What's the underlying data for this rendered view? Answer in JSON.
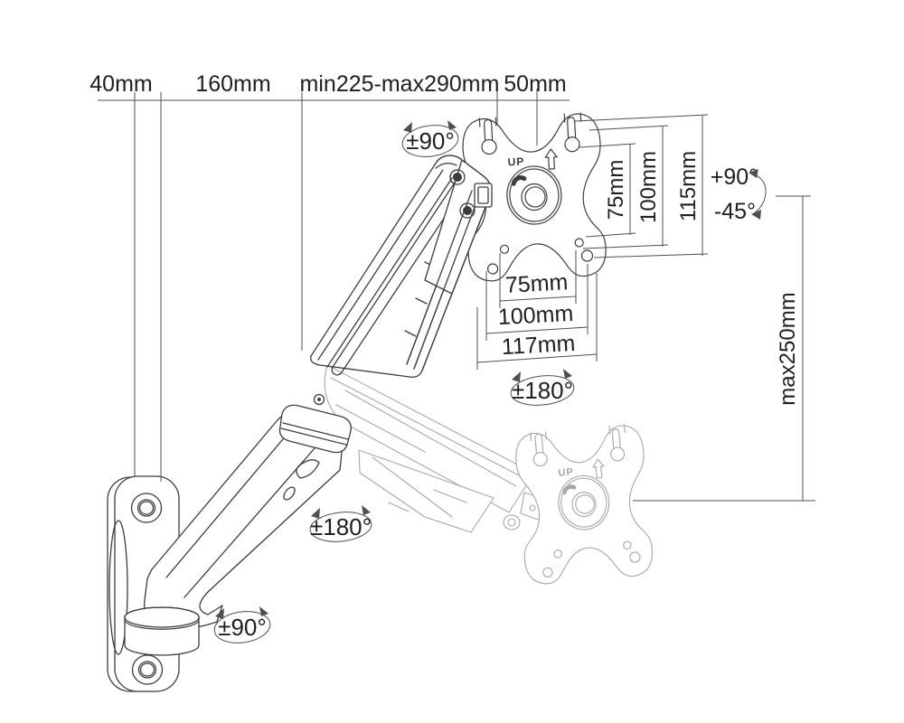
{
  "dimensions": {
    "top": [
      "40mm",
      "160mm",
      "min225-max290mm",
      "50mm"
    ],
    "vesa_vertical": [
      "75mm",
      "100mm",
      "115mm"
    ],
    "vesa_horizontal": [
      "75mm",
      "100mm",
      "117mm"
    ],
    "height_range": "max250mm",
    "tilt_up": "+90°",
    "tilt_down": "-45°"
  },
  "rotations": {
    "vesa_swivel": "±90°",
    "vesa_rotate": "±180°",
    "arm_rotate": "±180°",
    "base_swivel": "±90°"
  },
  "plate_markings": {
    "up": "UP"
  },
  "colors": {
    "line": "#3d3d3d",
    "ghost": "#a8a8a8",
    "dim": "#4f4f4f",
    "text": "#202020",
    "background": "#ffffff"
  }
}
